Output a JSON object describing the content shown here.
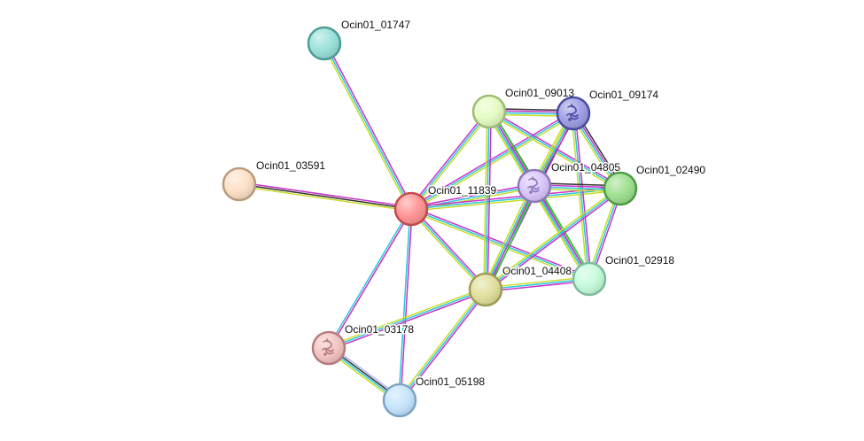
{
  "edge_colors": {
    "neighborhood": "#1fd21f",
    "cooccurrence": "#2850c8",
    "coexpression": "#333333",
    "experiments": "#c832c8",
    "databases": "#28c8dc",
    "textmining": "#c8dc28",
    "homology": "#b4b4ff"
  },
  "nodes": [
    {
      "id": "ocin01_01747",
      "label": "Ocin01_01747",
      "color": "#96e0d8",
      "border": "#4a9c94",
      "icon": null
    },
    {
      "id": "ocin01_03591",
      "label": "Ocin01_03591",
      "color": "#fde0c4",
      "border": "#b89a7c",
      "icon": null
    },
    {
      "id": "ocin01_11839",
      "label": "Ocin01_11839",
      "color": "#ff8f8f",
      "border": "#c04a4a",
      "icon": null
    },
    {
      "id": "ocin01_09013",
      "label": "Ocin01_09013",
      "color": "#e4fcc0",
      "border": "#9cbc74",
      "icon": null
    },
    {
      "id": "ocin01_09174",
      "label": "Ocin01_09174",
      "color": "#9a9ae2",
      "border": "#4a4aa4",
      "icon": "protein-structure-icon"
    },
    {
      "id": "ocin01_04805",
      "label": "Ocin01_04805",
      "color": "#d8c4fc",
      "border": "#8c78b8",
      "icon": "protein-structure-icon"
    },
    {
      "id": "ocin01_02490",
      "label": "Ocin01_02490",
      "color": "#9ade8a",
      "border": "#4c9c44",
      "icon": null
    },
    {
      "id": "ocin01_02918",
      "label": "Ocin01_02918",
      "color": "#c4fcdc",
      "border": "#7cbc9c",
      "icon": null
    },
    {
      "id": "ocin01_04408",
      "label": "Ocin01_04408",
      "color": "#e0de9a",
      "border": "#a09c54",
      "icon": null
    },
    {
      "id": "ocin01_03178",
      "label": "Ocin01_03178",
      "color": "#f4c2c2",
      "border": "#b47c7c",
      "icon": "protein-structure-icon"
    },
    {
      "id": "ocin01_05198",
      "label": "Ocin01_05198",
      "color": "#c4e4fc",
      "border": "#7ca4c4",
      "icon": null
    }
  ],
  "edges": [
    {
      "source": "ocin01_01747",
      "target": "ocin01_11839",
      "evidence": [
        "experiments",
        "databases",
        "textmining"
      ]
    },
    {
      "source": "ocin01_03591",
      "target": "ocin01_11839",
      "evidence": [
        "experiments",
        "coexpression",
        "textmining"
      ]
    },
    {
      "source": "ocin01_11839",
      "target": "ocin01_09013",
      "evidence": [
        "experiments",
        "databases",
        "textmining"
      ]
    },
    {
      "source": "ocin01_11839",
      "target": "ocin01_09174",
      "evidence": [
        "experiments",
        "databases",
        "textmining"
      ]
    },
    {
      "source": "ocin01_11839",
      "target": "ocin01_04805",
      "evidence": [
        "experiments",
        "databases",
        "textmining"
      ]
    },
    {
      "source": "ocin01_11839",
      "target": "ocin01_02490",
      "evidence": [
        "experiments",
        "databases",
        "textmining"
      ]
    },
    {
      "source": "ocin01_11839",
      "target": "ocin01_02918",
      "evidence": [
        "experiments",
        "databases",
        "textmining"
      ]
    },
    {
      "source": "ocin01_11839",
      "target": "ocin01_04408",
      "evidence": [
        "experiments",
        "databases",
        "textmining"
      ]
    },
    {
      "source": "ocin01_11839",
      "target": "ocin01_03178",
      "evidence": [
        "experiments",
        "databases"
      ]
    },
    {
      "source": "ocin01_11839",
      "target": "ocin01_05198",
      "evidence": [
        "experiments",
        "databases"
      ]
    },
    {
      "source": "ocin01_09013",
      "target": "ocin01_09174",
      "evidence": [
        "coexpression",
        "experiments",
        "databases",
        "textmining"
      ]
    },
    {
      "source": "ocin01_09013",
      "target": "ocin01_04805",
      "evidence": [
        "coexpression",
        "experiments",
        "databases",
        "textmining"
      ]
    },
    {
      "source": "ocin01_09013",
      "target": "ocin01_02490",
      "evidence": [
        "experiments",
        "databases",
        "textmining"
      ]
    },
    {
      "source": "ocin01_09013",
      "target": "ocin01_02918",
      "evidence": [
        "neighborhood",
        "experiments",
        "databases",
        "textmining"
      ]
    },
    {
      "source": "ocin01_09013",
      "target": "ocin01_04408",
      "evidence": [
        "experiments",
        "databases",
        "textmining"
      ]
    },
    {
      "source": "ocin01_09174",
      "target": "ocin01_04805",
      "evidence": [
        "coexpression",
        "experiments",
        "databases",
        "textmining"
      ]
    },
    {
      "source": "ocin01_09174",
      "target": "ocin01_02490",
      "evidence": [
        "coexpression",
        "experiments",
        "databases",
        "textmining"
      ]
    },
    {
      "source": "ocin01_09174",
      "target": "ocin01_02918",
      "evidence": [
        "experiments",
        "databases",
        "textmining"
      ]
    },
    {
      "source": "ocin01_09174",
      "target": "ocin01_04408",
      "evidence": [
        "experiments",
        "databases",
        "textmining"
      ]
    },
    {
      "source": "ocin01_04805",
      "target": "ocin01_02490",
      "evidence": [
        "coexpression",
        "experiments",
        "databases",
        "textmining"
      ]
    },
    {
      "source": "ocin01_04805",
      "target": "ocin01_02918",
      "evidence": [
        "neighborhood",
        "experiments",
        "databases",
        "textmining"
      ]
    },
    {
      "source": "ocin01_04805",
      "target": "ocin01_04408",
      "evidence": [
        "neighborhood",
        "experiments",
        "databases",
        "textmining"
      ]
    },
    {
      "source": "ocin01_02490",
      "target": "ocin01_02918",
      "evidence": [
        "experiments",
        "databases",
        "textmining"
      ]
    },
    {
      "source": "ocin01_02490",
      "target": "ocin01_04408",
      "evidence": [
        "experiments",
        "databases",
        "textmining"
      ]
    },
    {
      "source": "ocin01_02918",
      "target": "ocin01_04408",
      "evidence": [
        "experiments",
        "databases",
        "textmining"
      ]
    },
    {
      "source": "ocin01_04408",
      "target": "ocin01_03178",
      "evidence": [
        "experiments",
        "databases",
        "textmining"
      ]
    },
    {
      "source": "ocin01_04408",
      "target": "ocin01_05198",
      "evidence": [
        "experiments",
        "databases",
        "textmining"
      ]
    },
    {
      "source": "ocin01_03178",
      "target": "ocin01_05198",
      "evidence": [
        "homology",
        "coexpression",
        "databases",
        "textmining"
      ]
    }
  ]
}
